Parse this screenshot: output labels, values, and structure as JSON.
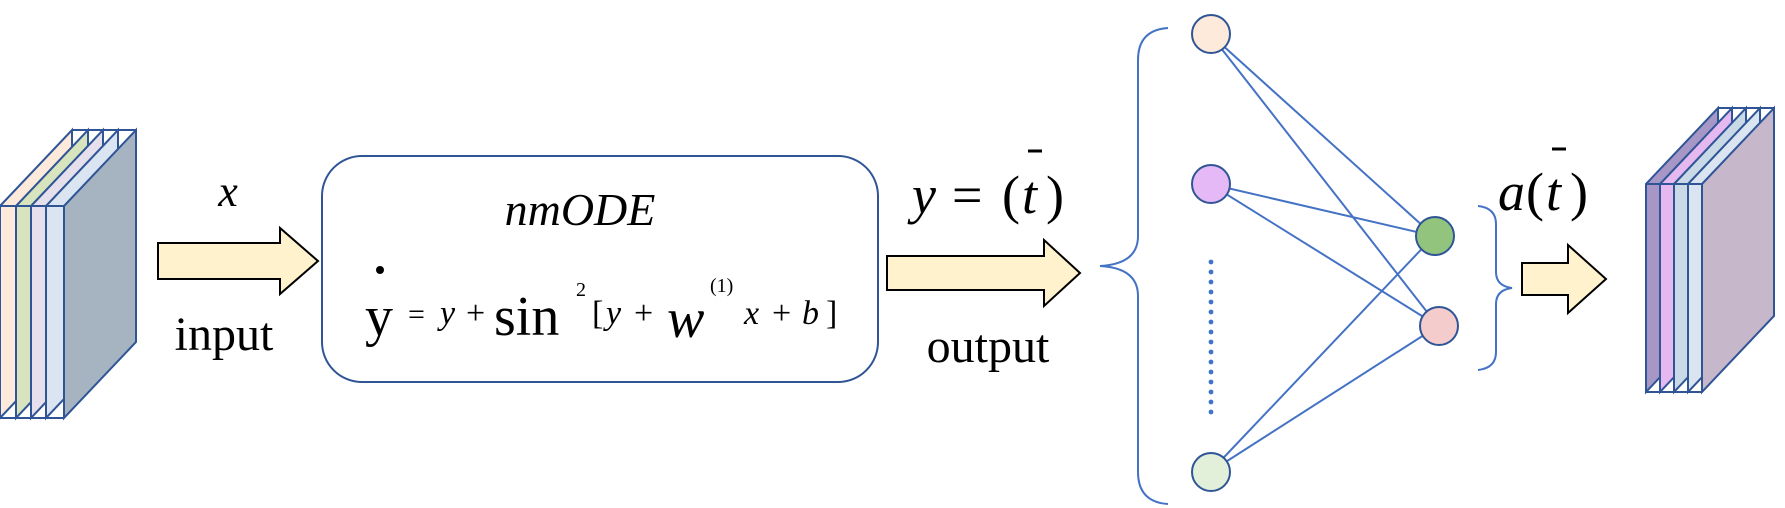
{
  "labels": {
    "x": "x",
    "input": "input",
    "nmode_title": "nmODE",
    "output": "output",
    "y_eq": "y",
    "eq_sign": "=",
    "paren_open": "(",
    "t": "t",
    "paren_close": ")",
    "a": "a"
  },
  "equation": {
    "lhs": "y",
    "eq": "=",
    "term_y": "y",
    "plus1": "+",
    "sin": "sin",
    "sup2": "2",
    "lbracket": "[",
    "term_y2": "y",
    "plus2": "+",
    "w": "w",
    "sup1": "(1)",
    "xvar": "x",
    "plus3": "+",
    "b": "b",
    "rbracket": "]"
  },
  "colors": {
    "box_stroke": "#2f5597",
    "line_blue": "#4472c4",
    "arrow_fill": "#fff2cc",
    "arrow_stroke": "#000000",
    "input_layers": [
      "#fdeada",
      "#d7e4bd",
      "#e6e0ec",
      "#dbe5f1",
      "#a6b4c2"
    ],
    "output_layers": [
      "#a797c7",
      "#e5b8f0",
      "#c9d9e6",
      "#dbe5f1",
      "#c6b7cb"
    ],
    "node_top": "#fdeada",
    "node_mid": "#e5b9f5",
    "node_bottom": "#e2efd9",
    "node_out1": "#93c47d",
    "node_out2": "#f4cccc"
  },
  "icons": [
    "input-feature-stack",
    "output-feature-stack",
    "right-arrow-icon"
  ]
}
